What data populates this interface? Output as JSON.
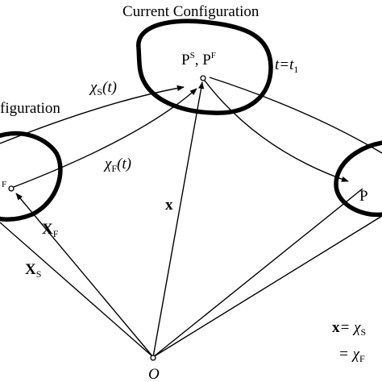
{
  "labels": {
    "current_title": "Current Configuration",
    "left_title": "figuration",
    "time": "t=t",
    "time_sub": "1",
    "top_point_s": "P",
    "top_point_s_sup": "S",
    "top_point_sep": ", ",
    "top_point_f": "P",
    "top_point_f_sup": "F",
    "left_point_f_sup": "F",
    "right_point": "P",
    "chi_s": "χ",
    "chi_s_sub": "S",
    "chi_s_arg": "(t)",
    "chi_f": "χ",
    "chi_f_sub": "F",
    "chi_f_arg": "(t)",
    "x_vec": "x",
    "X_F": "X",
    "X_F_sub": "F",
    "X_S": "X",
    "X_S_sub": "S",
    "origin": "O",
    "eq1_lhs": "x",
    "eq1_rhs": "= χ",
    "eq1_sub": "S",
    "eq2_rhs": "= χ",
    "eq2_sub": "F"
  }
}
